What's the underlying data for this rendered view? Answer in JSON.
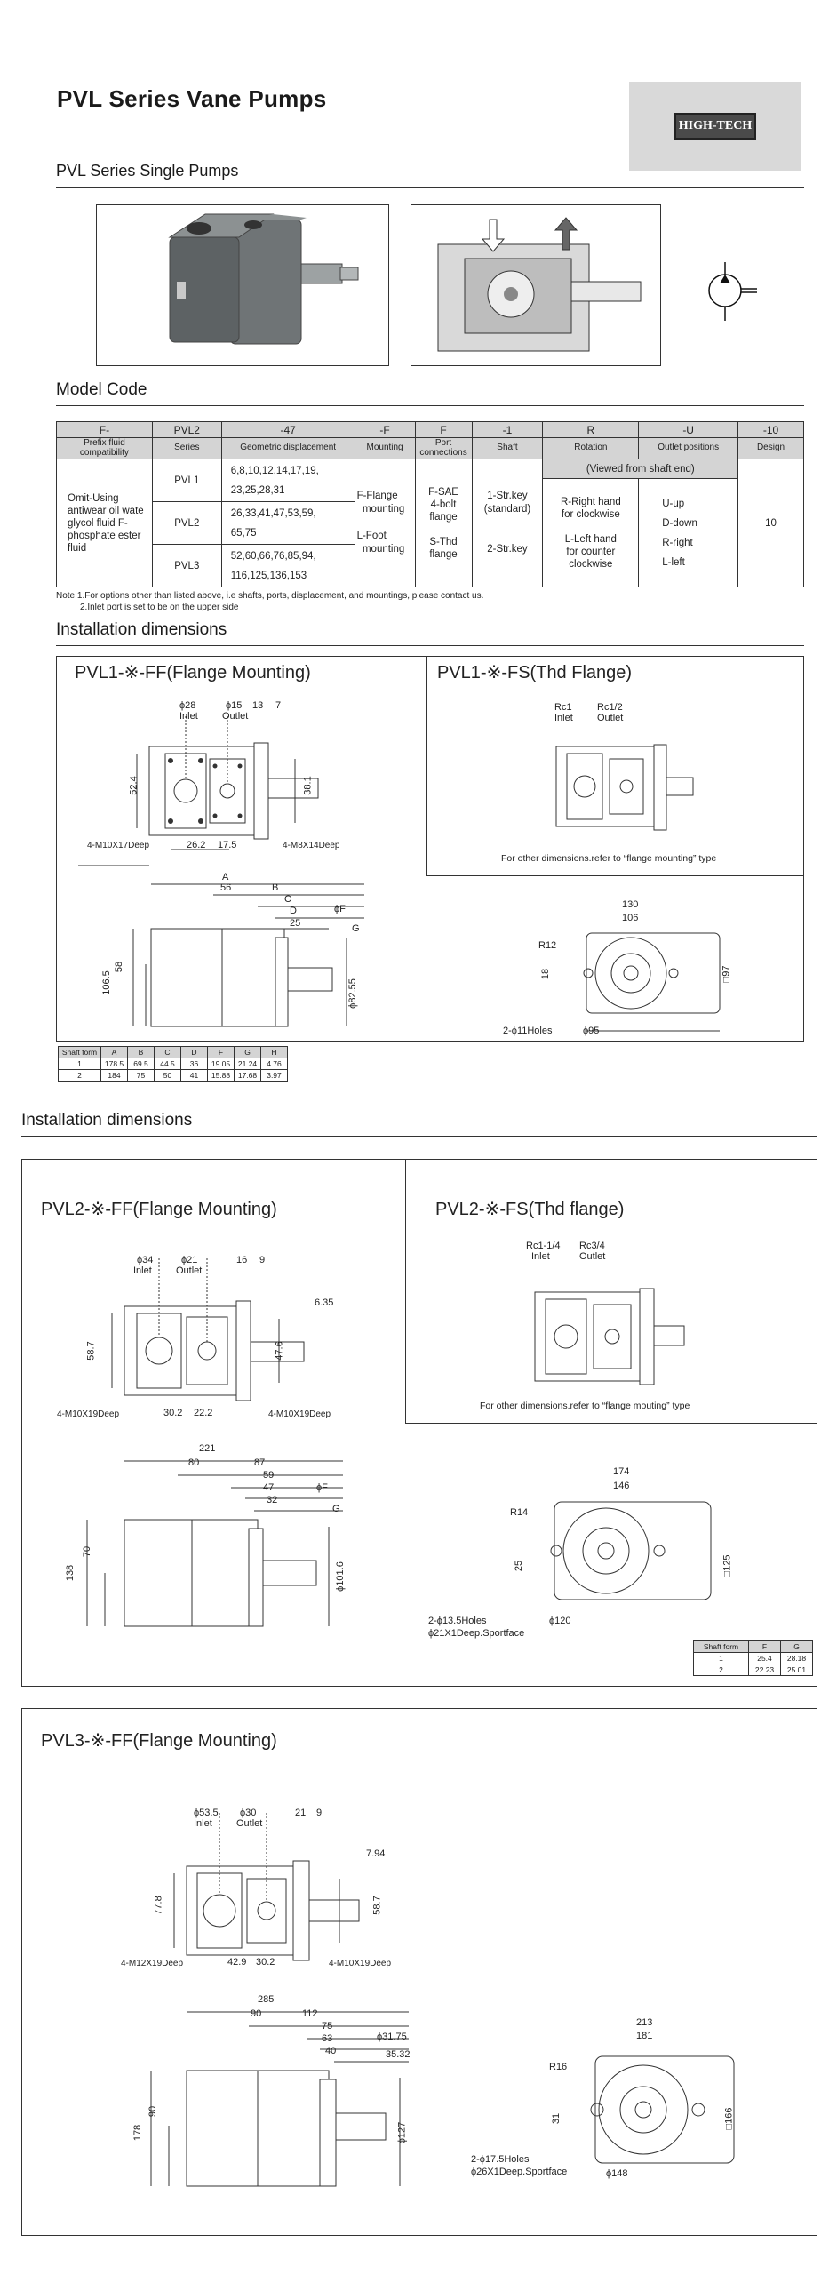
{
  "title": "PVL Series Vane Pumps",
  "logo_text": "HIGH-TECH",
  "single_pumps_title": "PVL Series Single Pumps",
  "model_code": {
    "title": "Model Code",
    "codes": [
      "F-",
      "PVL2",
      "-47",
      "-F",
      "F",
      "-1",
      "R",
      "-U",
      "-10"
    ],
    "headers": [
      "Prefix fluid compatibility",
      "Series",
      "Geometric displacement",
      "Mounting",
      "Port connections",
      "Shaft",
      "Rotation",
      "Outlet positions",
      "Design"
    ],
    "prefix": "Omit-Using antiwear oil wate glycol fluid F-phosphate ester fluid",
    "rows": [
      {
        "series": "PVL1",
        "disp": [
          "6,8,10,12,14,17,19,",
          "23,25,28,31"
        ]
      },
      {
        "series": "PVL2",
        "disp": [
          "26,33,41,47,53,59,",
          "65,75"
        ]
      },
      {
        "series": "PVL3",
        "disp": [
          "52,60,66,76,85,94,",
          "116,125,136,153"
        ]
      }
    ],
    "mounting": {
      "a": "F-Flange",
      "b": "mounting",
      "c": "L-Foot",
      "d": "mounting"
    },
    "ports": {
      "a": "F-SAE",
      "b": "4-bolt",
      "c": "flange",
      "d": "S-Thd",
      "e": "flange"
    },
    "shaft": {
      "a": "1-Str.key",
      "b": "(standard)",
      "c": "2-Str.key"
    },
    "viewed": "(Viewed from shaft end)",
    "rotation": {
      "a": "R-Right hand",
      "b": "for clockwise",
      "c": "L-Left hand",
      "d": "for counter",
      "e": "clockwise"
    },
    "outlets": [
      "U-up",
      "D-down",
      "R-right",
      "L-left"
    ],
    "design": "10",
    "notes": [
      "Note:1.For options other than listed above, i.e shafts, ports, displacement, and mountings, please contact us.",
      "2.Inlet port is set to be on the upper side"
    ]
  },
  "inst1_title": "Installation dimensions",
  "inst2_title": "Installation dimensions",
  "pvl1": {
    "ff_title": "PVL1-※-FF(Flange Mounting)",
    "fs_title": "PVL1-※-FS(Thd Flange)",
    "inlet": "Inlet",
    "outlet": "Outlet",
    "d_inlet": "ϕ28",
    "d_outlet": "ϕ15",
    "top": [
      "13",
      "7"
    ],
    "h": "52.4",
    "v": "38.1",
    "bolts_l": "4-M10X17Deep",
    "bolts_r": "4-M8X14Deep",
    "bottom": [
      "26.2",
      "17.5"
    ],
    "rc_in": "Rc1",
    "rc_out": "Rc1/2",
    "ref": "For other dimensions.refer to “flange mounting” type",
    "side": {
      "A": "A",
      "n56": "56",
      "B": "B",
      "C": "C",
      "D": "D",
      "n25": "25",
      "F": "ϕF",
      "G": "G",
      "h1": "106.5",
      "h2": "58",
      "d": "ϕ82.55"
    },
    "front": {
      "w1": "130",
      "w2": "106",
      "r": "R12",
      "n18": "18",
      "sq": "□97",
      "holes": "2-ϕ11Holes",
      "d": "ϕ95"
    },
    "table": [
      [
        "Shaft form",
        "A",
        "B",
        "C",
        "D",
        "F",
        "G",
        "H"
      ],
      [
        "1",
        "178.5",
        "69.5",
        "44.5",
        "36",
        "19.05",
        "21.24",
        "4.76"
      ],
      [
        "2",
        "184",
        "75",
        "50",
        "41",
        "15.88",
        "17.68",
        "3.97"
      ]
    ]
  },
  "pvl2": {
    "ff_title": "PVL2-※-FF(Flange Mounting)",
    "fs_title": "PVL2-※-FS(Thd flange)",
    "inlet": "Inlet",
    "outlet": "Outlet",
    "d_inlet": "ϕ34",
    "d_outlet": "ϕ21",
    "top": [
      "16",
      "9"
    ],
    "key": "6.35",
    "h": "58.7",
    "v": "47.6",
    "bolts_l": "4-M10X19Deep",
    "bolts_r": "4-M10X19Deep",
    "bottom": [
      "30.2",
      "22.2"
    ],
    "rc_in": "Rc1-1/4",
    "rc_out": "Rc3/4",
    "ref": "For other dimensions.refer to “flange mouting” type",
    "side": {
      "w": "221",
      "n80": "80",
      "n87": "87",
      "n59": "59",
      "n47": "47",
      "n32": "32",
      "F": "ϕF",
      "G": "G",
      "h1": "138",
      "h2": "70",
      "d": "ϕ101.6"
    },
    "front": {
      "w1": "174",
      "w2": "146",
      "r": "R14",
      "n25": "25",
      "sq": "□125",
      "holes": "2-ϕ13.5Holes",
      "face": "ϕ21X1Deep.Sportface",
      "d": "ϕ120"
    },
    "table": [
      [
        "Shaft form",
        "F",
        "G"
      ],
      [
        "1",
        "25.4",
        "28.18"
      ],
      [
        "2",
        "22.23",
        "25.01"
      ]
    ]
  },
  "pvl3": {
    "ff_title": "PVL3-※-FF(Flange Mounting)",
    "inlet": "Inlet",
    "outlet": "Outlet",
    "d_inlet": "ϕ53.5",
    "d_outlet": "ϕ30",
    "top": [
      "21",
      "9"
    ],
    "key": "7.94",
    "h": "77.8",
    "v": "58.7",
    "bolts_l": "4-M12X19Deep",
    "bolts_r": "4-M10X19Deep",
    "bottom": [
      "42.9",
      "30.2"
    ],
    "side": {
      "w": "285",
      "n90": "90",
      "n112": "112",
      "n75": "75",
      "n63": "63",
      "n40": "40",
      "d1": "ϕ31.75",
      "d2": "35.32",
      "h1": "178",
      "h2": "90",
      "d": "ϕ127"
    },
    "front": {
      "w1": "213",
      "w2": "181",
      "r": "R16",
      "n31": "31",
      "sq": "□166",
      "holes": "2-ϕ17.5Holes",
      "face": "ϕ26X1Deep.Sportface",
      "d": "ϕ148"
    }
  }
}
